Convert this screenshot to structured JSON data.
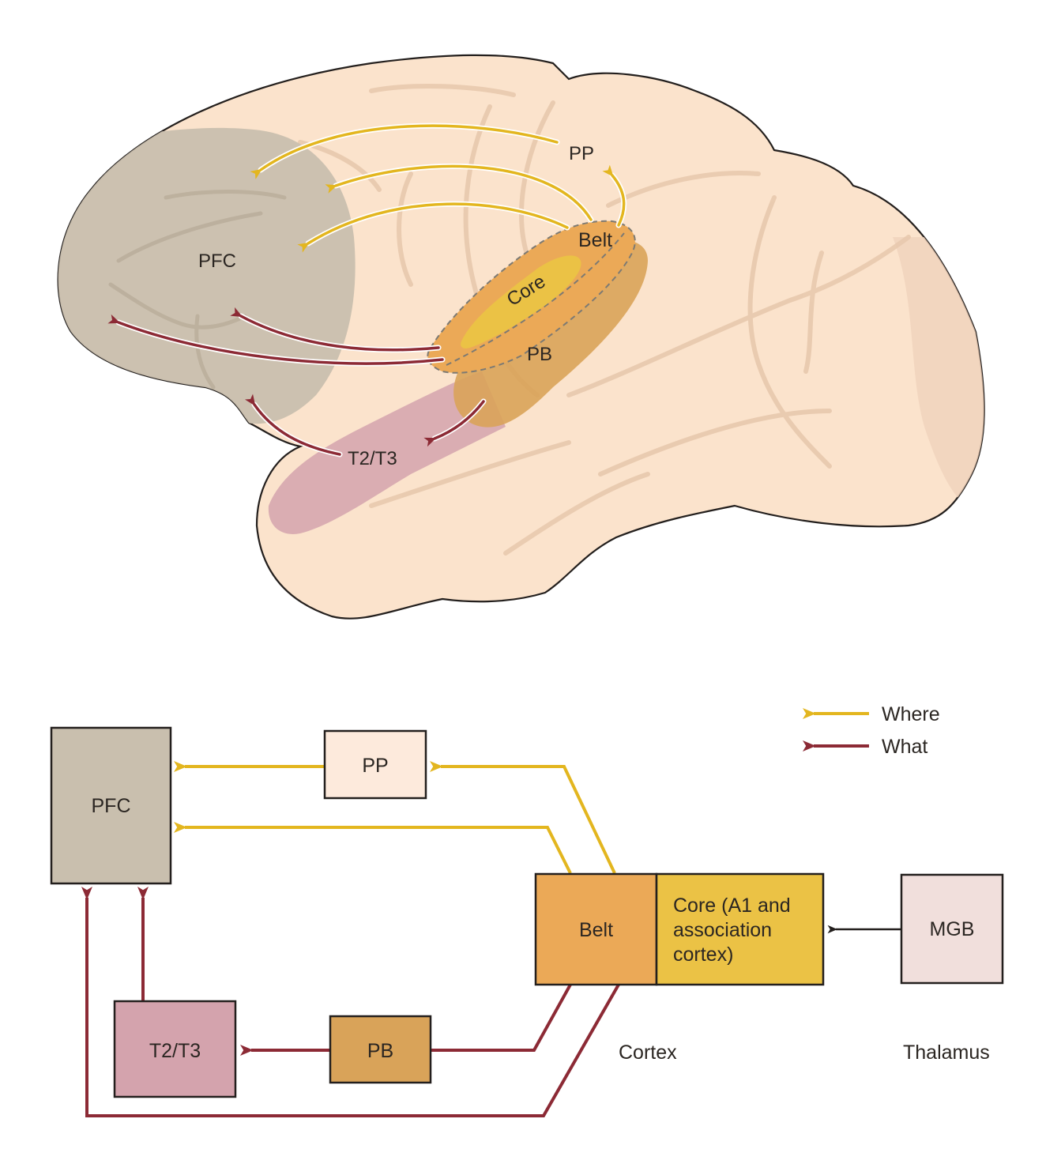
{
  "colors": {
    "where": "#e3b61f",
    "what": "#8c2a35",
    "pfc": "#c9bfae",
    "pp": "#fdeadc",
    "belt": "#eba957",
    "core": "#ebc245",
    "pb": "#d9a359",
    "t2t3": "#d4a3ad",
    "mgb": "#f1dfdc",
    "brain": "#fbe3cc",
    "outline": "#231f1d"
  },
  "illustration": {
    "labels": {
      "pfc": "PFC",
      "pp": "PP",
      "belt": "Belt",
      "core": "Core",
      "pb": "PB",
      "t2t3": "T2/T3"
    }
  },
  "legend": {
    "items": [
      {
        "label": "Where",
        "stream": "where"
      },
      {
        "label": "What",
        "stream": "what"
      }
    ]
  },
  "flowchart": {
    "boxes": {
      "pfc": "PFC",
      "pp": "PP",
      "belt": "Belt",
      "core_line1": "Core (A1 and",
      "core_line2": "association",
      "core_line3": "cortex)",
      "mgb": "MGB",
      "t2t3": "T2/T3",
      "pb": "PB"
    },
    "region_labels": {
      "cortex": "Cortex",
      "thalamus": "Thalamus"
    },
    "connections": [
      {
        "from": "belt",
        "to": "pp",
        "stream": "where"
      },
      {
        "from": "pp",
        "to": "pfc",
        "stream": "where"
      },
      {
        "from": "belt",
        "to": "pfc",
        "stream": "where"
      },
      {
        "from": "mgb",
        "to": "core",
        "stream": "thalamic"
      },
      {
        "from": "belt",
        "to": "pb",
        "stream": "what"
      },
      {
        "from": "pb",
        "to": "t2t3",
        "stream": "what"
      },
      {
        "from": "t2t3",
        "to": "pfc",
        "stream": "what"
      },
      {
        "from": "belt",
        "to": "pfc",
        "stream": "what"
      }
    ]
  }
}
